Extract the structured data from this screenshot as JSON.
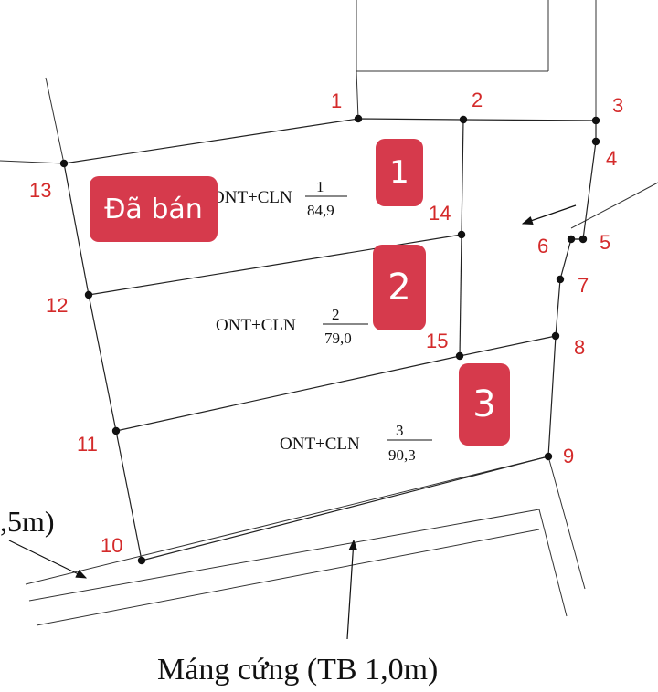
{
  "points": [
    {
      "id": "1",
      "label": "1"
    },
    {
      "id": "2",
      "label": "2"
    },
    {
      "id": "3",
      "label": "3"
    },
    {
      "id": "4",
      "label": "4"
    },
    {
      "id": "5",
      "label": "5"
    },
    {
      "id": "6",
      "label": "6"
    },
    {
      "id": "7",
      "label": "7"
    },
    {
      "id": "8",
      "label": "8"
    },
    {
      "id": "9",
      "label": "9"
    },
    {
      "id": "10",
      "label": "10"
    },
    {
      "id": "11",
      "label": "11"
    },
    {
      "id": "12",
      "label": "12"
    },
    {
      "id": "13",
      "label": "13"
    },
    {
      "id": "14",
      "label": "14"
    },
    {
      "id": "15",
      "label": "15"
    }
  ],
  "parcels": [
    {
      "badge": "1",
      "land_type": "ONT+CLN",
      "parcel_no": "1",
      "area": "84,9",
      "status": "Đã bán"
    },
    {
      "badge": "2",
      "land_type": "ONT+CLN",
      "parcel_no": "2",
      "area": "79,0"
    },
    {
      "badge": "3",
      "land_type": "ONT+CLN",
      "parcel_no": "3",
      "area": "90,3"
    }
  ],
  "roads": {
    "bottom_label": "Máng cứng (TB 1,0m)",
    "left_label": ",5m)"
  },
  "colors": {
    "badge": "#d63a4c",
    "point_label": "#d42a2a",
    "line": "#222222"
  }
}
